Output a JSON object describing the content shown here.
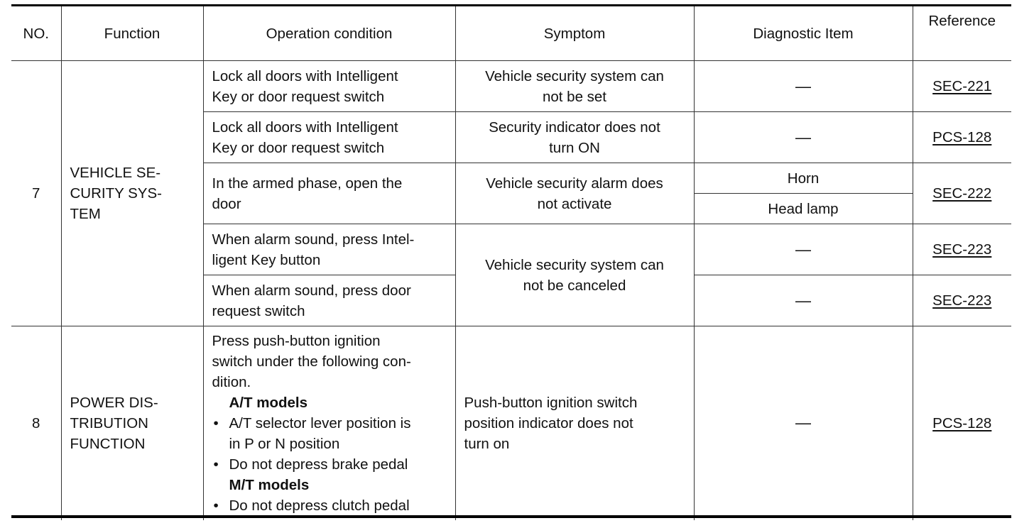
{
  "headers": {
    "no": "NO.",
    "function": "Function",
    "operation": "Operation condition",
    "symptom": "Symptom",
    "diagnostic": "Diagnostic Item",
    "reference": "Reference"
  },
  "group7": {
    "no": "7",
    "function_lines": [
      "VEHICLE SE-",
      "CURITY SYS-",
      "TEM"
    ],
    "rows": [
      {
        "condition_lines": [
          "Lock all doors with Intelligent",
          "Key or door request switch"
        ],
        "symptom_lines": [
          "Vehicle security system can",
          "not be set"
        ],
        "diagnostic": "—",
        "reference": "SEC-221"
      },
      {
        "condition_lines": [
          "Lock all doors with Intelligent",
          "Key or door request switch"
        ],
        "symptom_lines": [
          "Security indicator does not",
          "turn ON"
        ],
        "diagnostic": "—",
        "reference": "PCS-128"
      },
      {
        "condition_lines": [
          "In the armed phase, open the",
          "door"
        ],
        "symptom_lines": [
          "Vehicle security alarm does",
          "not activate"
        ],
        "diagnostic_1": "Horn",
        "diagnostic_2": "Head lamp",
        "reference": "SEC-222"
      },
      {
        "condition_lines": [
          "When alarm sound, press Intel-",
          "ligent Key button"
        ],
        "symptom_lines": [
          "Vehicle security system can",
          "not be canceled"
        ],
        "diagnostic": "—",
        "reference": "SEC-223"
      },
      {
        "condition_lines": [
          "When alarm sound, press door",
          "request switch"
        ],
        "diagnostic": "—",
        "reference": "SEC-223"
      }
    ]
  },
  "group8": {
    "no": "8",
    "function_lines": [
      "POWER DIS-",
      "TRIBUTION",
      "FUNCTION"
    ],
    "condition": {
      "intro_lines": [
        "Press push-button ignition",
        "switch under the following con-",
        "dition."
      ],
      "at_heading": "A/T models",
      "at_bullet_lines": [
        "A/T selector lever position is",
        "in P or N position"
      ],
      "at_bullet_2": "Do not depress brake pedal",
      "mt_heading": "M/T models",
      "mt_bullet": "Do not depress clutch pedal"
    },
    "symptom_lines": [
      "Push-button ignition switch",
      "position indicator does not",
      "turn on"
    ],
    "diagnostic": "—",
    "reference": "PCS-128"
  }
}
